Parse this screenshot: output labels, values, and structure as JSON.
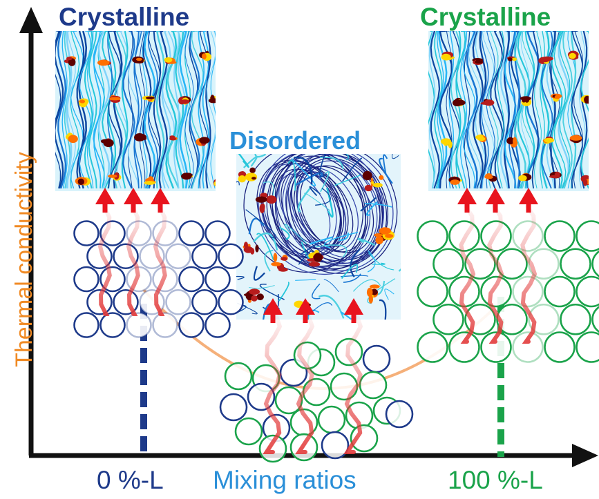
{
  "labels": {
    "crystalline_left": "Crystalline",
    "crystalline_right": "Crystalline",
    "disordered": "Disordered",
    "y_axis": "Thermal conductivity",
    "x_axis": "Mixing ratios",
    "x_tick_left": "0 %-L",
    "x_tick_right": "100 %-L"
  },
  "colors": {
    "axis": "#111111",
    "crystalline_left": "#1e3a8a",
    "crystalline_right": "#1aa34a",
    "disordered": "#2a8fd8",
    "y_axis": "#f08a24",
    "x_axis": "#2a8fd8",
    "x_tick_left": "#1e3a8a",
    "x_tick_right": "#1aa34a",
    "trend_curve": "#f5b07a",
    "heat_arrow": "#e8141e",
    "phonon_path": "#e23a3a"
  },
  "icons": {
    "heat_flow": "arrow-up-icon",
    "atom": "circle-icon"
  }
}
